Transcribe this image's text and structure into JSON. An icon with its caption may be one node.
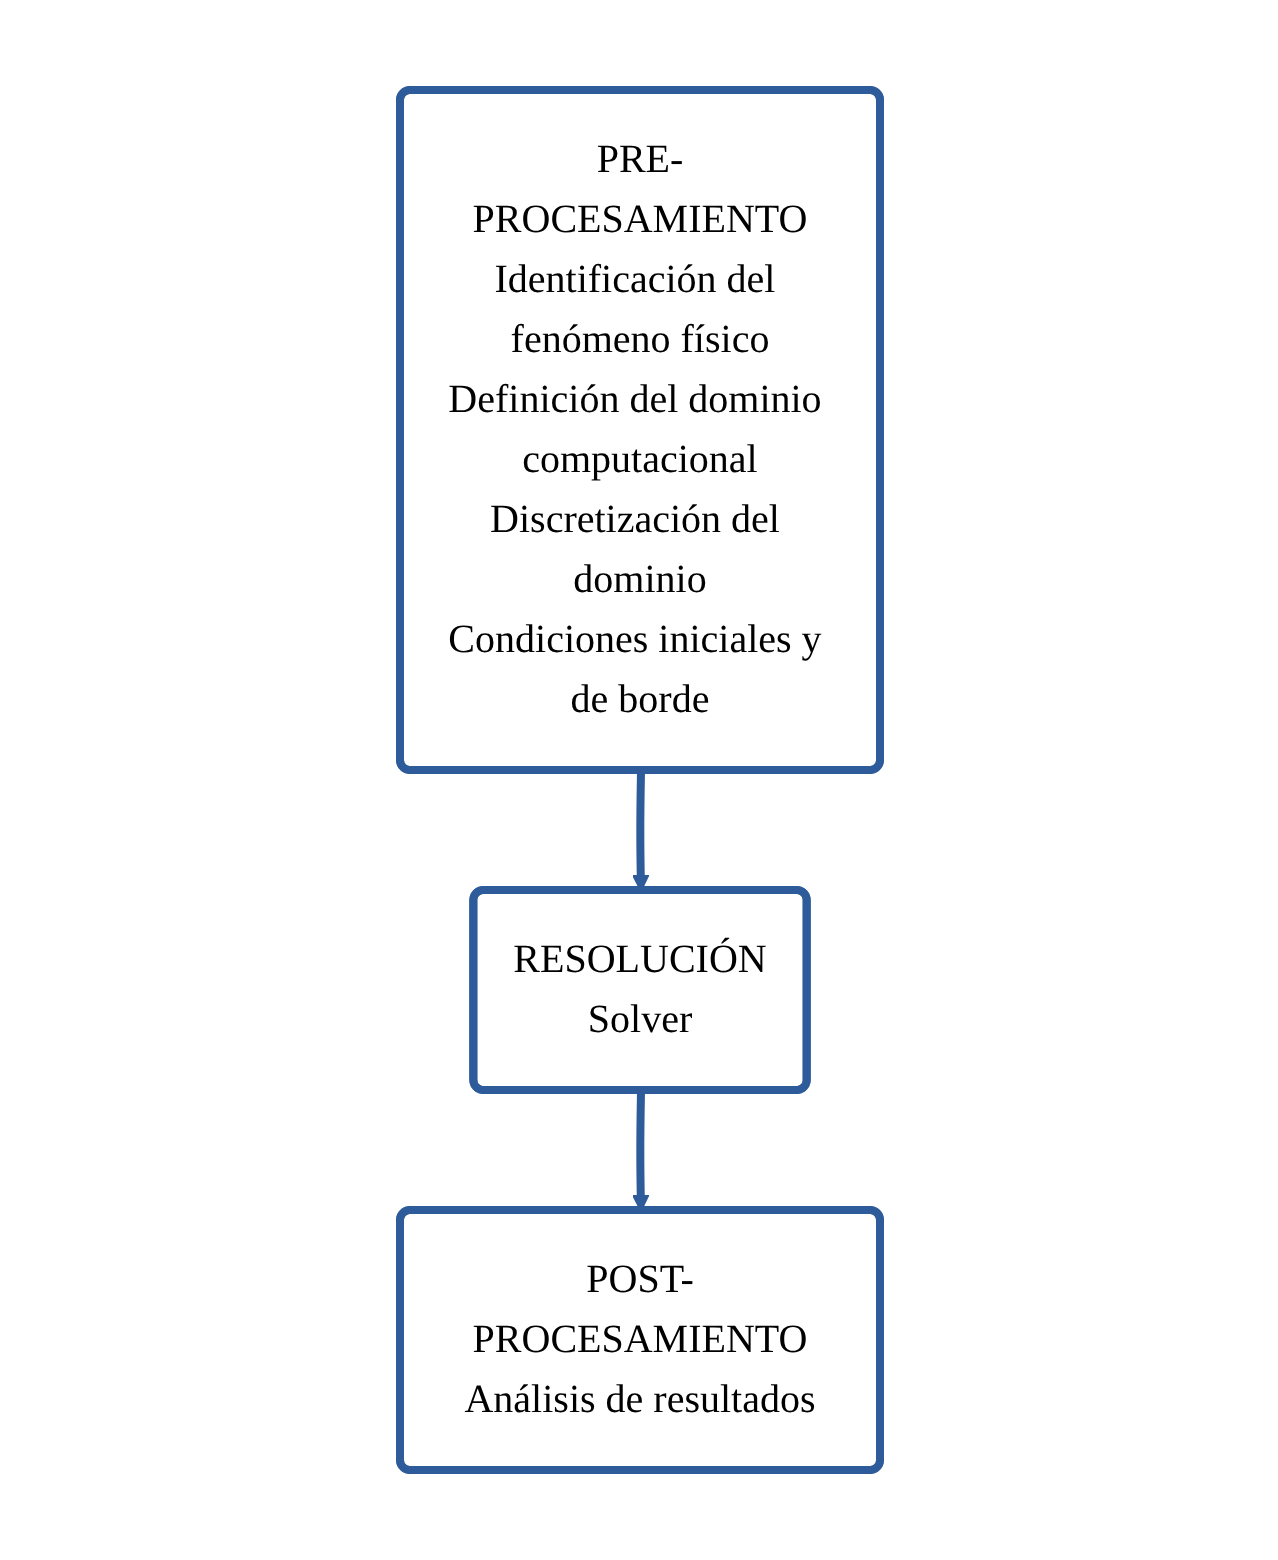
{
  "diagram": {
    "nodes": [
      {
        "text": [
          "PRE-PROCESAMIENTO",
          "Identificación del fenómeno físico",
          "Definición del dominio computacional",
          "Discretización del dominio",
          "Condiciones iniciales y de borde"
        ]
      },
      {
        "text": [
          "RESOLUCIÓN",
          "Solver"
        ]
      },
      {
        "text": [
          "POST-PROCESAMIENTO",
          "Análisis de resultados"
        ]
      }
    ],
    "edges": [
      {
        "from": 0,
        "to": 1,
        "arrow": "to"
      },
      {
        "from": 1,
        "to": 2,
        "arrow": "to"
      }
    ]
  }
}
